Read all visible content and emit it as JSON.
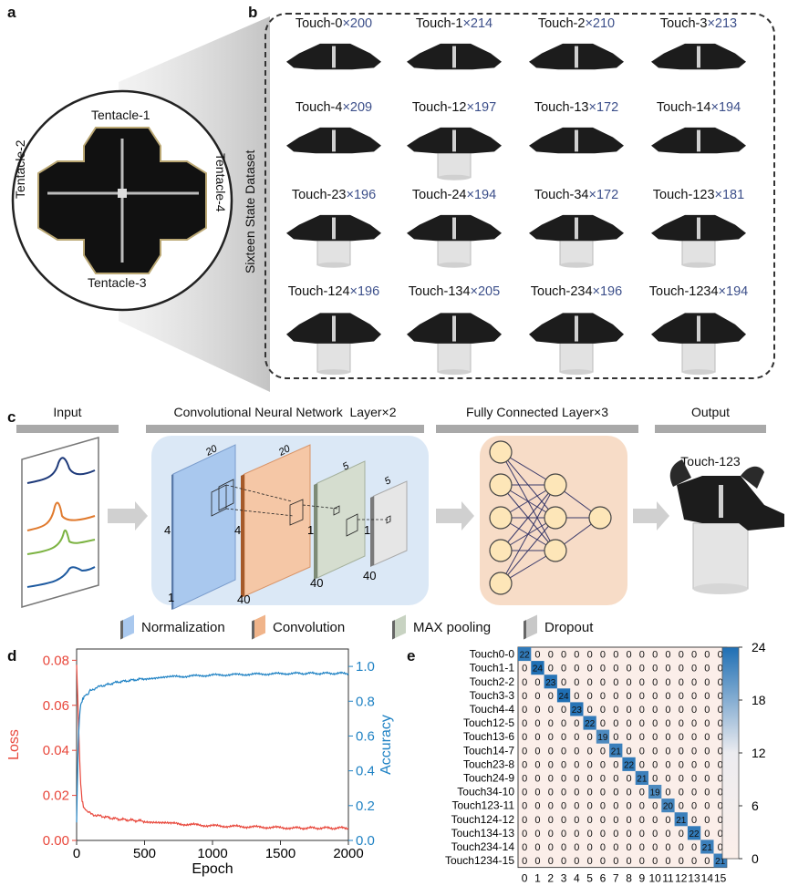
{
  "panels": {
    "a": "a",
    "b": "b",
    "c": "c",
    "d": "d",
    "e": "e"
  },
  "panel_a": {
    "tentacles": [
      "Tentacle-1",
      "Tentacle-2",
      "Tentacle-3",
      "Tentacle-4"
    ]
  },
  "panel_b": {
    "side_label": "Sixteen State Dataset",
    "states": [
      {
        "name": "Touch-0",
        "count": "×200"
      },
      {
        "name": "Touch-1",
        "count": "×214"
      },
      {
        "name": "Touch-2",
        "count": "×210"
      },
      {
        "name": "Touch-3",
        "count": "×213"
      },
      {
        "name": "Touch-4",
        "count": "×209"
      },
      {
        "name": "Touch-12",
        "count": "×197"
      },
      {
        "name": "Touch-13",
        "count": "×172"
      },
      {
        "name": "Touch-14",
        "count": "×194"
      },
      {
        "name": "Touch-23",
        "count": "×196"
      },
      {
        "name": "Touch-24",
        "count": "×194"
      },
      {
        "name": "Touch-34",
        "count": "×172"
      },
      {
        "name": "Touch-123",
        "count": "×181"
      },
      {
        "name": "Touch-124",
        "count": "×196"
      },
      {
        "name": "Touch-134",
        "count": "×205"
      },
      {
        "name": "Touch-234",
        "count": "×196"
      },
      {
        "name": "Touch-1234",
        "count": "×194"
      }
    ]
  },
  "panel_c": {
    "sections": {
      "input": "Input",
      "cnn": "Convolutional Neural Network  Layer×2",
      "fc": "Fully Connected Layer×3",
      "output": "Output"
    },
    "output_label": "Touch-123",
    "dims": {
      "norm_top": "20",
      "norm_side": "4",
      "norm_bottom": "1",
      "conv_top": "20",
      "conv_side": "4",
      "conv_bottom": "40",
      "pool_top": "5",
      "pool_side": "1",
      "pool_bottom": "40",
      "drop_top": "5",
      "drop_side": "1",
      "drop_bottom": "40"
    },
    "legend": [
      {
        "label": "Normalization",
        "color": "#a9c8ee"
      },
      {
        "label": "Convolution",
        "color": "#f0b48a"
      },
      {
        "label": "MAX pooling",
        "color": "#c8d3c2"
      },
      {
        "label": "Dropout",
        "color": "#c8c8c8"
      }
    ],
    "signal_colors": [
      "#1e3a7a",
      "#e07a2e",
      "#7cb342",
      "#1e5aa0"
    ]
  },
  "panel_d": {
    "chart_data": {
      "type": "line",
      "xlabel": "Epoch",
      "ylabel_left": "Loss",
      "ylabel_right": "Accuracy",
      "xlim": [
        0,
        2000
      ],
      "ylim_left": [
        0,
        0.085
      ],
      "ylim_right": [
        0,
        1.1
      ],
      "xticks": [
        "0",
        "500",
        "1000",
        "1500",
        "2000"
      ],
      "yticks_left": [
        "0.00",
        "0.02",
        "0.04",
        "0.06",
        "0.08"
      ],
      "yticks_right": [
        "0.0",
        "0.2",
        "0.4",
        "0.6",
        "0.8",
        "1.0"
      ],
      "series": [
        {
          "name": "Loss",
          "axis": "left",
          "color": "#e8463a",
          "x": [
            0,
            10,
            20,
            30,
            40,
            50,
            60,
            80,
            100,
            150,
            200,
            300,
            400,
            500,
            700,
            1000,
            1300,
            1600,
            2000
          ],
          "y": [
            0.078,
            0.06,
            0.04,
            0.025,
            0.018,
            0.015,
            0.014,
            0.013,
            0.012,
            0.011,
            0.0105,
            0.0095,
            0.009,
            0.0085,
            0.0075,
            0.0065,
            0.006,
            0.0055,
            0.0055
          ]
        },
        {
          "name": "Accuracy",
          "axis": "right",
          "color": "#1f82c4",
          "x": [
            0,
            10,
            20,
            30,
            40,
            50,
            60,
            80,
            100,
            150,
            200,
            300,
            400,
            500,
            700,
            1000,
            1300,
            1600,
            2000
          ],
          "y": [
            0.1,
            0.5,
            0.7,
            0.78,
            0.8,
            0.82,
            0.83,
            0.84,
            0.86,
            0.88,
            0.89,
            0.91,
            0.92,
            0.93,
            0.94,
            0.95,
            0.955,
            0.96,
            0.96
          ]
        }
      ]
    }
  },
  "panel_e": {
    "chart_data": {
      "type": "heatmap",
      "row_labels": [
        "Touch0-0",
        "Touch1-1",
        "Touch2-2",
        "Touch3-3",
        "Touch4-4",
        "Touch12-5",
        "Touch13-6",
        "Touch14-7",
        "Touch23-8",
        "Touch24-9",
        "Touch34-10",
        "Touch123-11",
        "Touch124-12",
        "Touch134-13",
        "Touch234-14",
        "Touch1234-15"
      ],
      "col_labels": [
        "0",
        "1",
        "2",
        "3",
        "4",
        "5",
        "6",
        "7",
        "8",
        "9",
        "10",
        "11",
        "12",
        "13",
        "14",
        "15"
      ],
      "diagonal": [
        22,
        24,
        23,
        24,
        23,
        22,
        19,
        21,
        22,
        21,
        19,
        20,
        21,
        22,
        21,
        21
      ],
      "off_diagonal_value": 0,
      "colorbar_ticks": [
        "24",
        "18",
        "12",
        "6",
        "0"
      ],
      "colorbar_range": [
        0,
        24
      ]
    }
  }
}
